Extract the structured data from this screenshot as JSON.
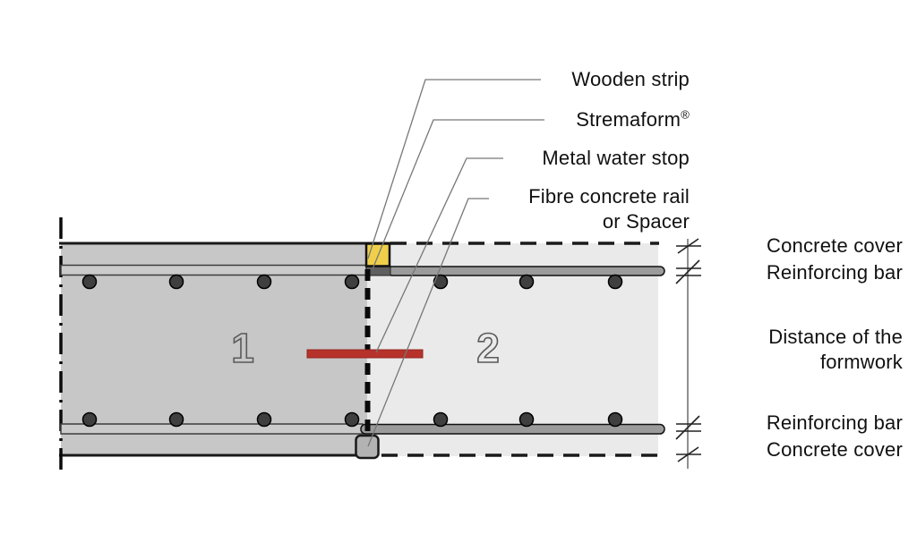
{
  "callouts": {
    "wooden_strip": "Wooden strip",
    "stremaform": "Stremaform",
    "stremaform_mark": "®",
    "metal_water_stop": "Metal water stop",
    "fibre_rail_line1": "Fibre concrete rail",
    "fibre_rail_line2": "or Spacer"
  },
  "right_labels": {
    "concrete_cover_top": "Concrete cover",
    "reinforcing_bar_top": "Reinforcing bar",
    "distance_line1": "Distance of the",
    "distance_line2": "formwork",
    "reinforcing_bar_bottom": "Reinforcing bar",
    "concrete_cover_bottom": "Concrete cover"
  },
  "sections": {
    "pour1": "1",
    "pour2": "2"
  },
  "colors": {
    "section1_fill": "#c7c7c7",
    "section2_fill": "#eaeaea",
    "wooden_strip": "#f0d04a",
    "water_stop": "#b6322a",
    "spacer_fill": "#b3b3b3",
    "rebar_light": "#cbcbcb",
    "rebar_dark": "#9b9b9b"
  }
}
